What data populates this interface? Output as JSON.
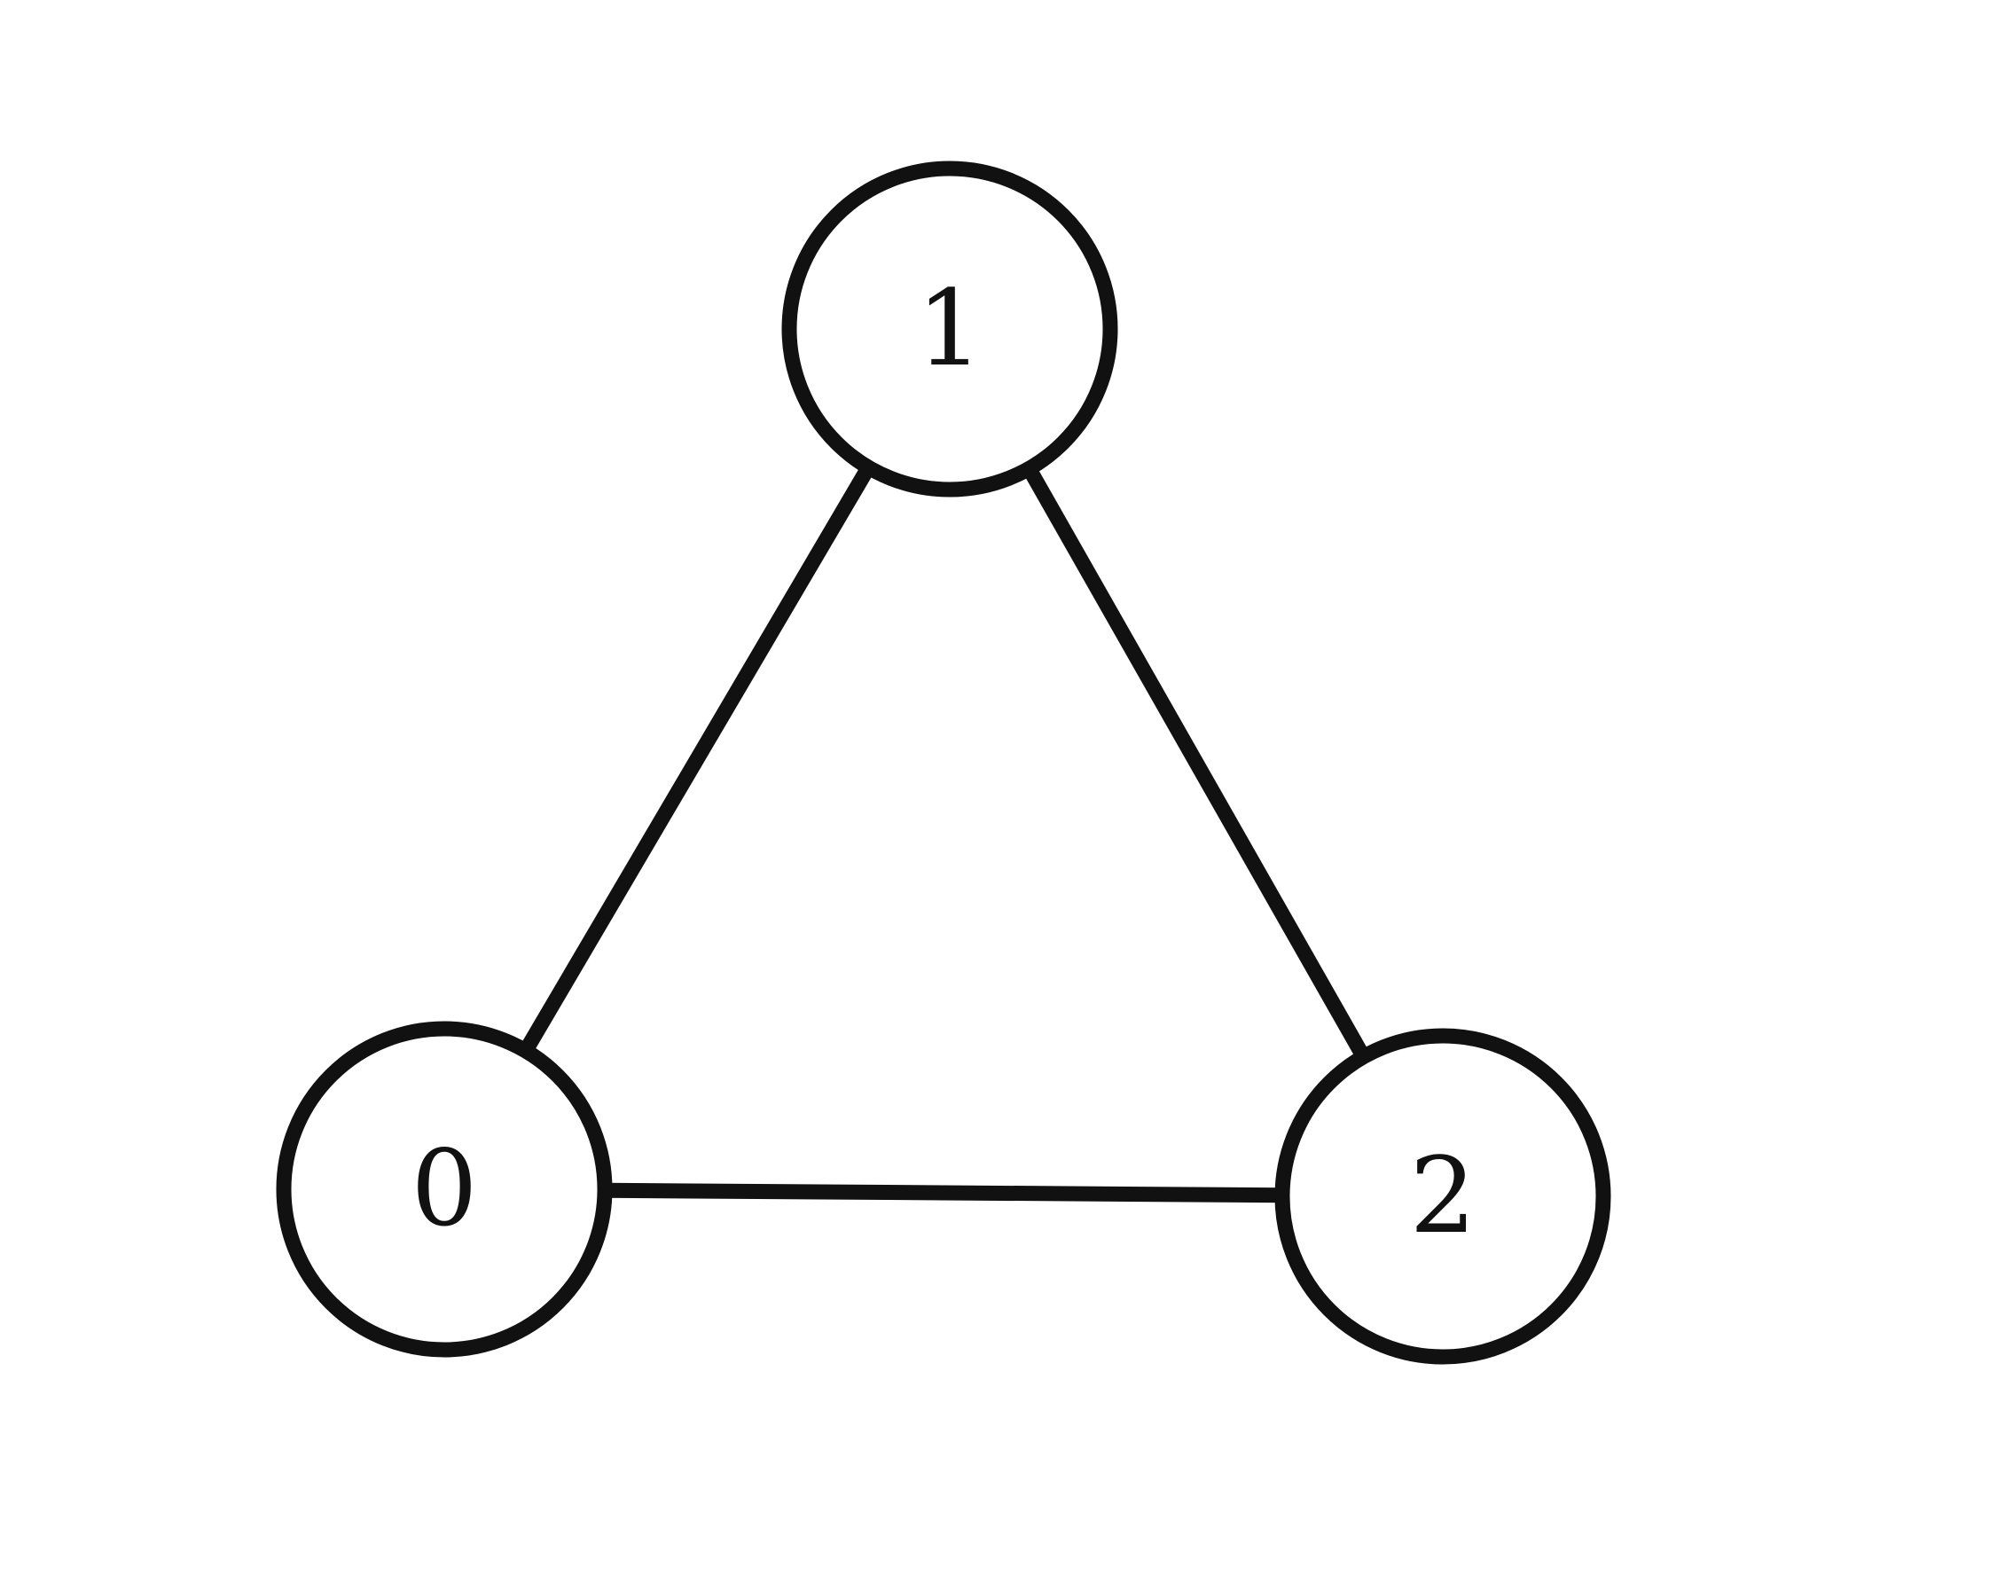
{
  "graph": {
    "nodes": [
      {
        "id": "0",
        "label": "0"
      },
      {
        "id": "1",
        "label": "1"
      },
      {
        "id": "2",
        "label": "2"
      }
    ],
    "edges": [
      {
        "from": "0",
        "to": "1"
      },
      {
        "from": "1",
        "to": "2"
      },
      {
        "from": "0",
        "to": "2"
      }
    ],
    "colors": {
      "stroke": "#111111",
      "background": "#ffffff"
    }
  }
}
